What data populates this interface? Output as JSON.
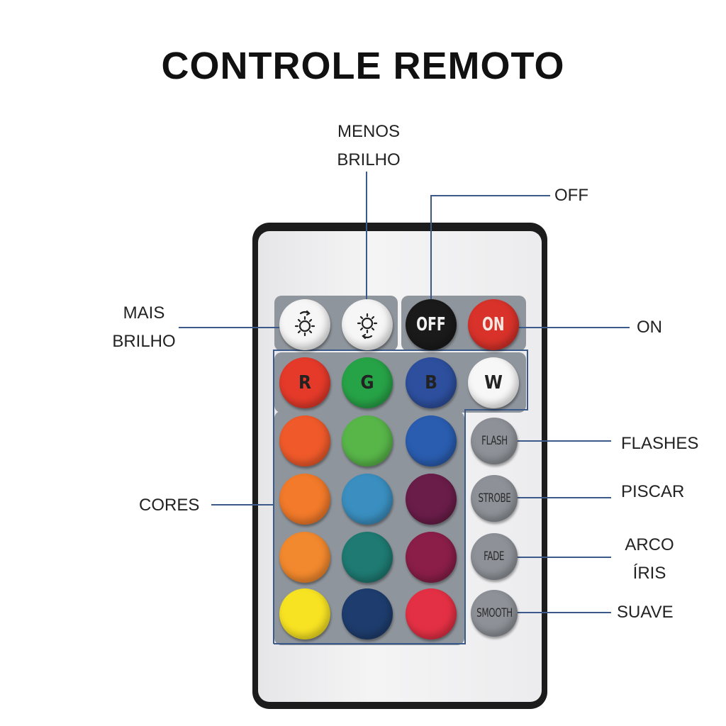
{
  "title": "CONTROLE REMOTO",
  "labels": {
    "menos_brilho": [
      "MENOS",
      "BRILHO"
    ],
    "mais_brilho": [
      "MAIS",
      "BRILHO"
    ],
    "off": "OFF",
    "on": "ON",
    "flashes": "FLASHES",
    "piscar": "PISCAR",
    "arco_iris": [
      "ARCO",
      "ÍRIS"
    ],
    "suave": "SUAVE",
    "cores": "CORES"
  },
  "buttons": {
    "off": "OFF",
    "on": "ON",
    "r": "R",
    "g": "G",
    "b": "B",
    "w": "W",
    "flash": "FLASH",
    "strobe": "STROBE",
    "fade": "FADE",
    "smooth": "SMOOTH"
  },
  "colors": {
    "line": "#3b5a8a",
    "off_button": "#1a1a1a",
    "on_button": "#d8322a",
    "color_grid": [
      [
        "#e53a2a",
        "#27a347",
        "#2d4f9e"
      ],
      [
        "#f05a2a",
        "#58b649",
        "#2a5db0"
      ],
      [
        "#f27a2a",
        "#3a8fc0",
        "#6a1d49"
      ],
      [
        "#f3892e",
        "#1e7a72",
        "#8a1e48"
      ],
      [
        "#f8e323",
        "#1e3d6e",
        "#e43044"
      ]
    ]
  }
}
